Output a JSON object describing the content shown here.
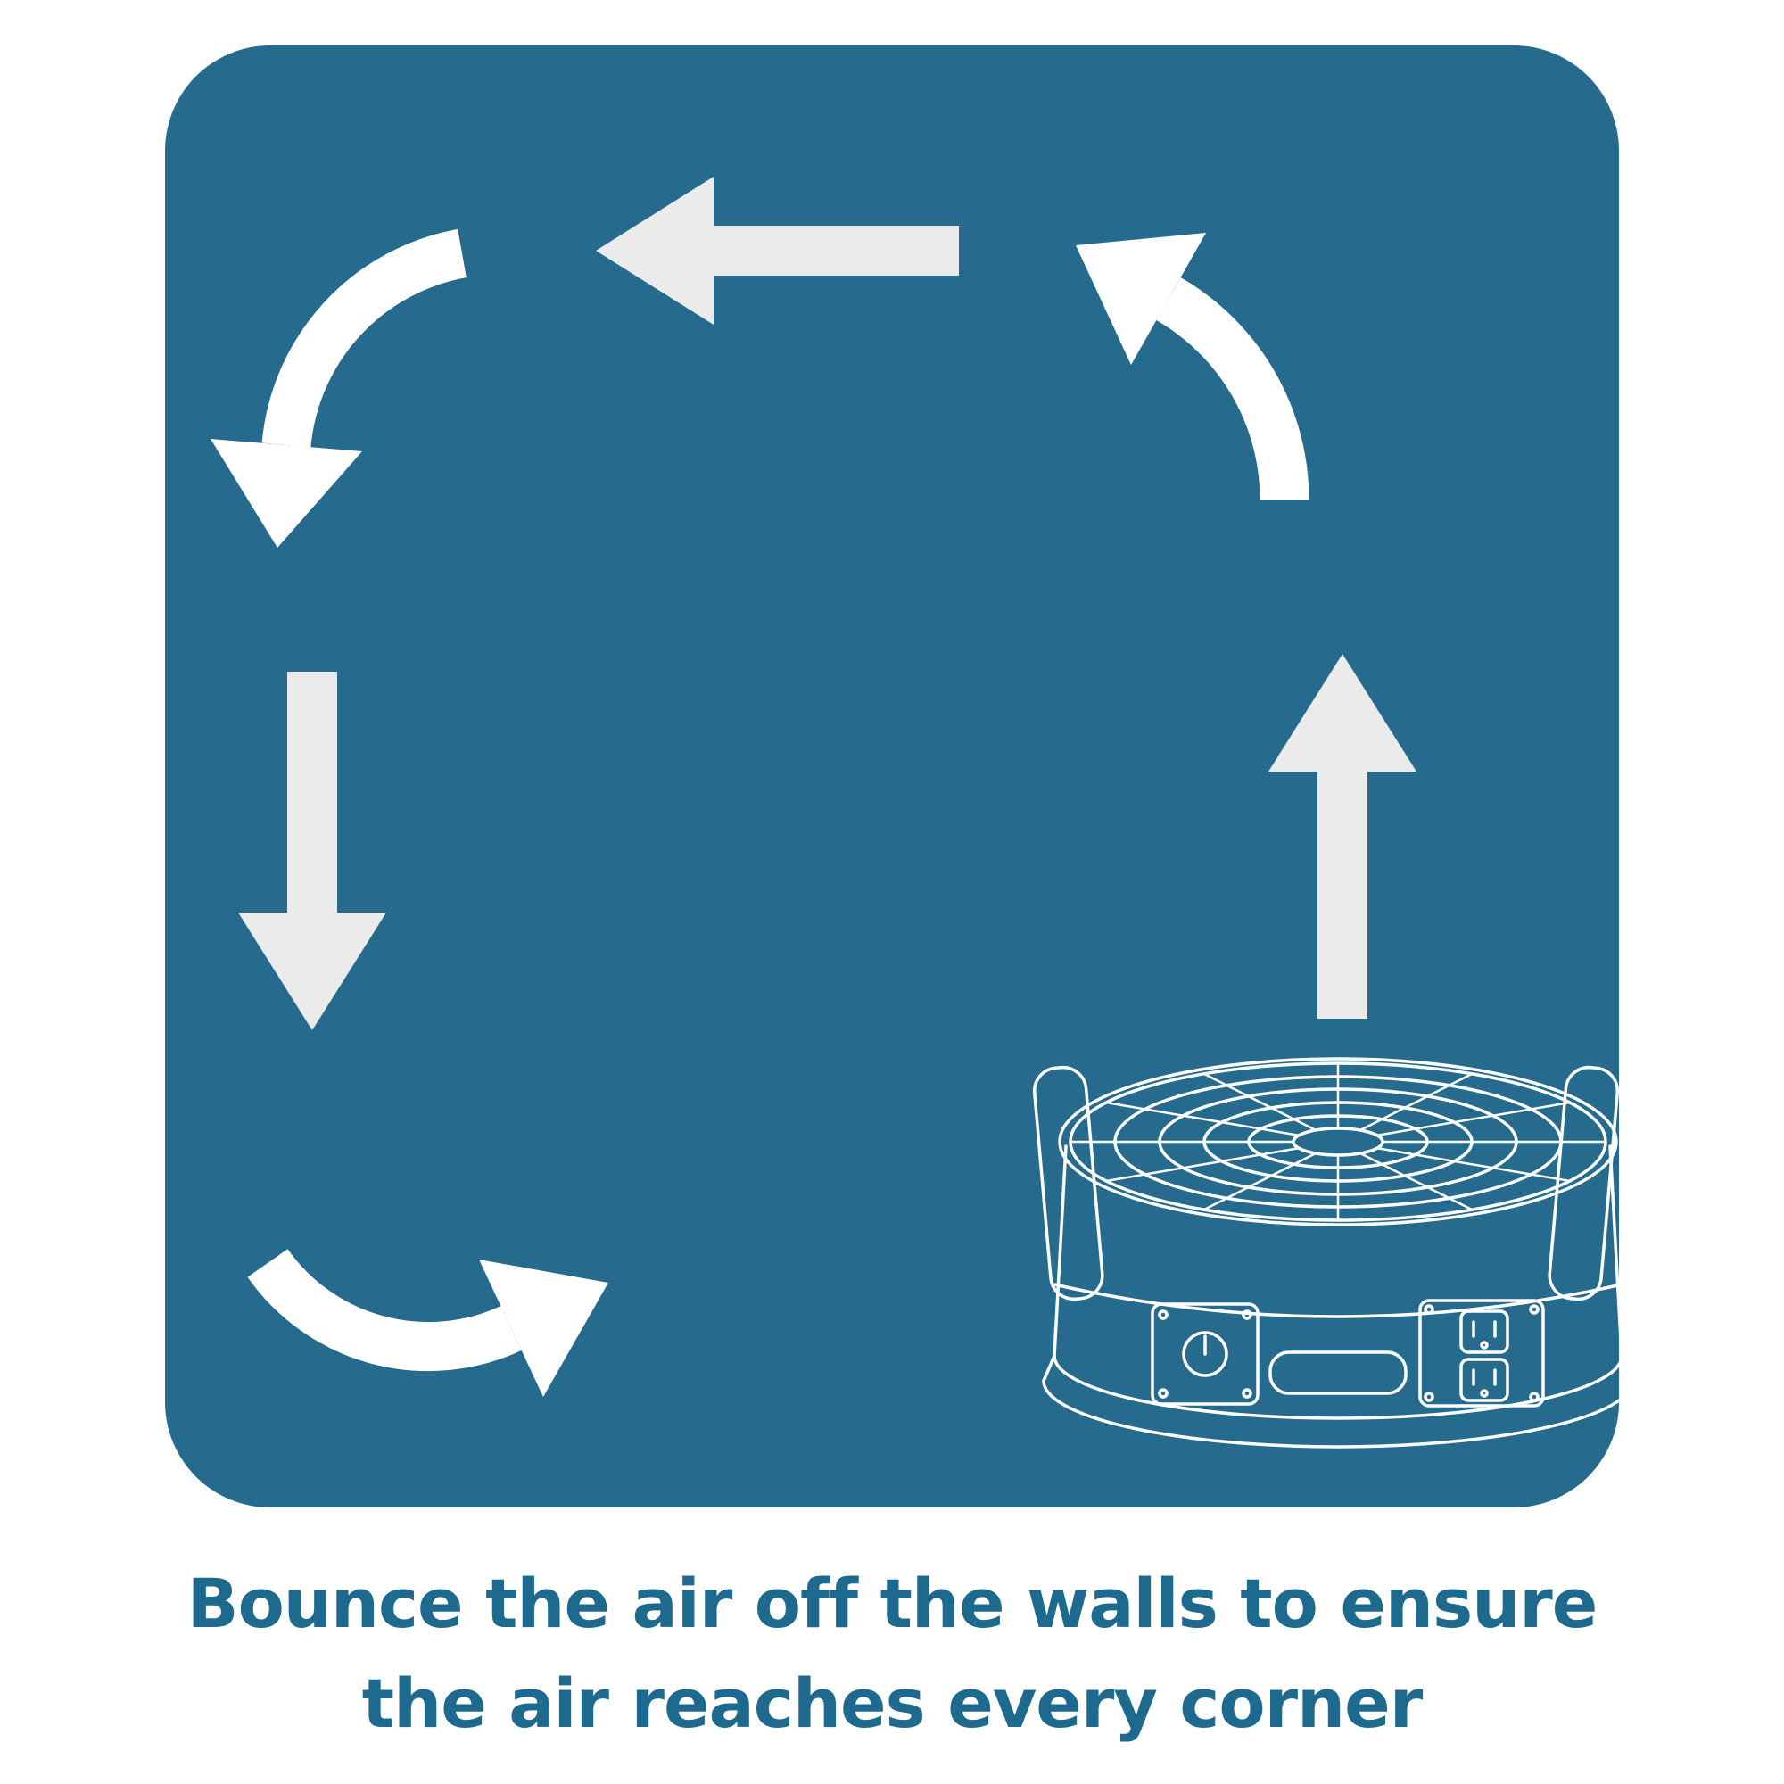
{
  "colors": {
    "background": "#ffffff",
    "panel": "#266b8e",
    "arrow_light": "#ebebeb",
    "arrow_white": "#ffffff",
    "fan_line": "#ffffff",
    "caption": "#1d6a8e"
  },
  "caption": {
    "line1": "Bounce the air off the walls to ensure",
    "line2": "the air reaches every corner"
  },
  "diagram": {
    "arrows": [
      {
        "name": "curved-arrow-top-left",
        "direction": "down"
      },
      {
        "name": "straight-arrow-top",
        "direction": "left"
      },
      {
        "name": "curved-arrow-top-right",
        "direction": "up-left"
      },
      {
        "name": "straight-arrow-right",
        "direction": "up"
      },
      {
        "name": "straight-arrow-left",
        "direction": "down"
      },
      {
        "name": "curved-arrow-bottom-left",
        "direction": "right"
      }
    ],
    "illustration": "air-mover-fan-line-art"
  }
}
